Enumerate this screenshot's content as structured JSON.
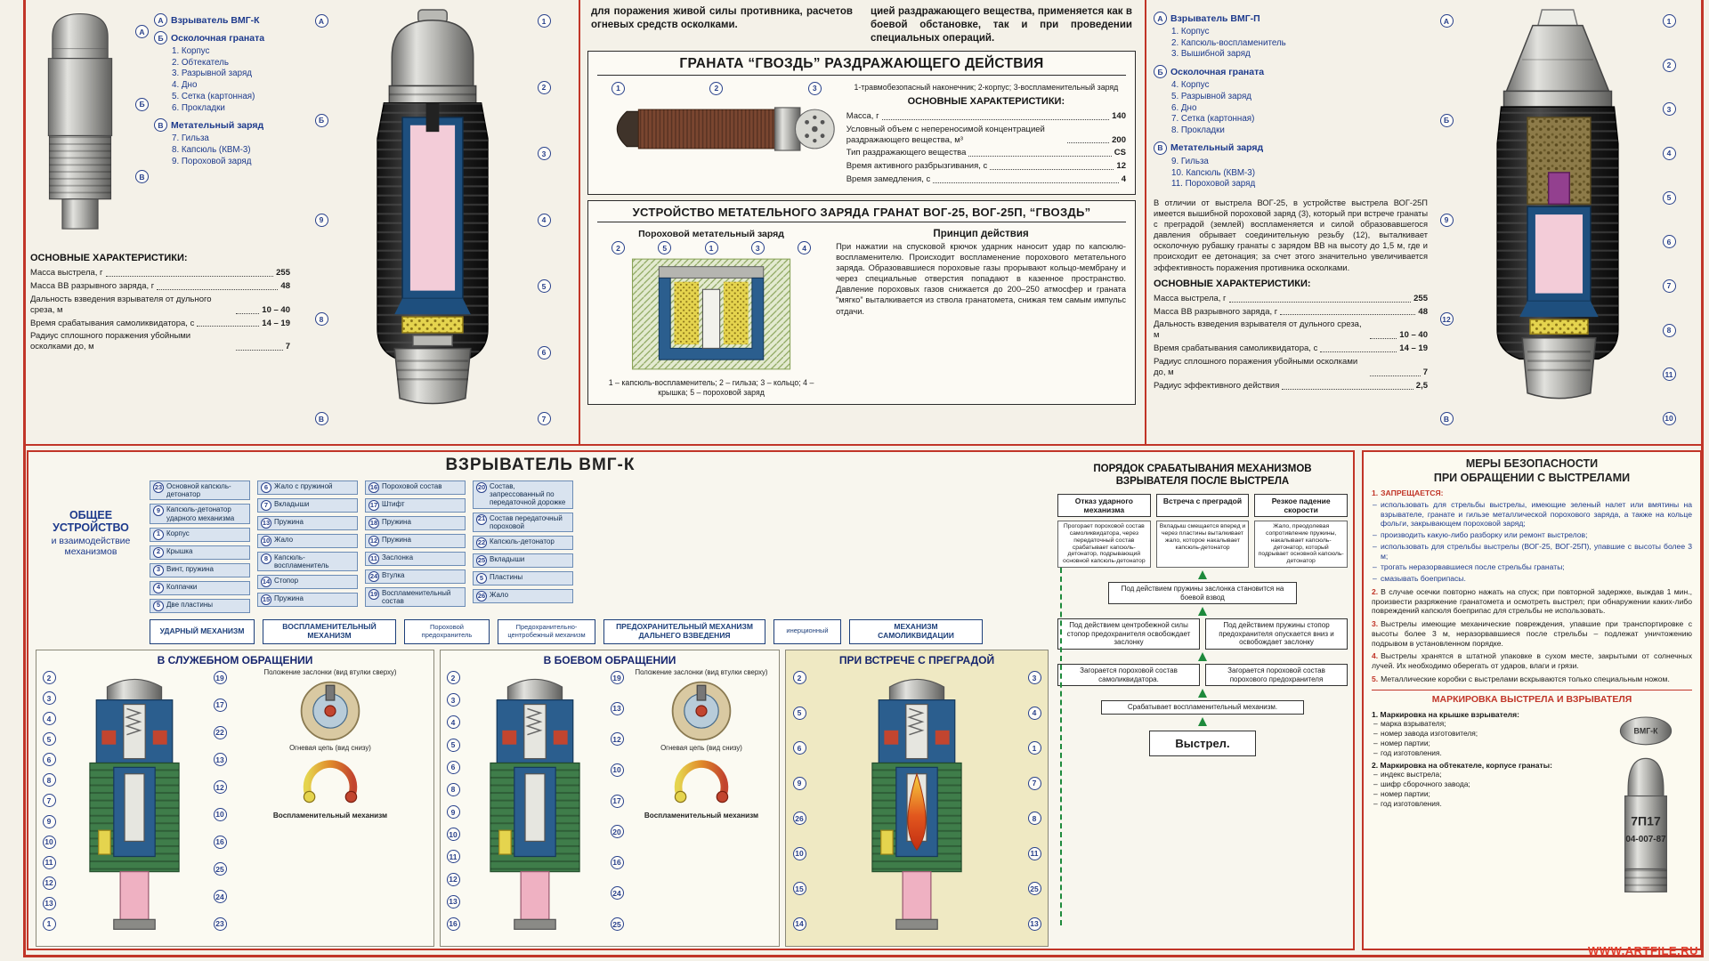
{
  "watermark": "WWW.ARTFILE.RU",
  "colors": {
    "poster_red": "#c13528",
    "navy": "#1d3a8c",
    "flow_green": "#1e8a3c"
  },
  "intro": {
    "col1": "для поражения живой силы противника, расчетов огневых средств осколками.",
    "col2": "цией раздражающего вещества, применяется как в боевой обстановке, так и при проведении специальных операций."
  },
  "vog25": {
    "photo_callouts": [
      "А",
      "Б",
      "В"
    ],
    "sections": {
      "a": {
        "letter": "А",
        "title": "Взрыватель ВМГ-К"
      },
      "b": {
        "letter": "Б",
        "title": "Осколочная граната",
        "items": [
          "1. Корпус",
          "2. Обтекатель",
          "3. Разрывной заряд",
          "4. Дно",
          "5. Сетка (картонная)",
          "6. Прокладки"
        ]
      },
      "v": {
        "letter": "В",
        "title": "Метательный заряд",
        "items": [
          "7. Гильза",
          "8. Капсюль (КВМ-3)",
          "9. Пороховой заряд"
        ]
      }
    },
    "chars_title": "ОСНОВНЫЕ ХАРАКТЕРИСТИКИ:",
    "chars": [
      {
        "label": "Масса выстрела, г",
        "value": "255"
      },
      {
        "label": "Масса ВВ разрывного заряда, г",
        "value": "48"
      },
      {
        "label": "Дальность взведения взрывателя от дульного среза, м",
        "value": "10 – 40"
      },
      {
        "label": "Время срабатывания самоликвидатора, с",
        "value": "14 – 19"
      },
      {
        "label": "Радиус сплошного поражения убойными осколками до, м",
        "value": "7"
      }
    ],
    "cutaway_left": [
      "А",
      "Б",
      "9",
      "8",
      "В"
    ],
    "cutaway_right": [
      "1",
      "2",
      "3",
      "4",
      "5",
      "6",
      "7"
    ]
  },
  "gvozd": {
    "title": "ГРАНАТА “ГВОЗДЬ” РАЗДРАЖАЮЩЕГО ДЕЙСТВИЯ",
    "callouts": [
      "1",
      "2",
      "3"
    ],
    "caption": "1-травмобезопасный наконечник; 2-корпус; 3-воспламенительный заряд",
    "chars_title": "ОСНОВНЫЕ ХАРАКТЕРИСТИКИ:",
    "chars": [
      {
        "label": "Масса, г",
        "value": "140"
      },
      {
        "label": "Условный объем с непереносимой концентрацией раздражающего вещества, м³",
        "value": "200"
      },
      {
        "label": "Тип раздражающего вещества",
        "value": "CS"
      },
      {
        "label": "Время активного разбрызгивания, с",
        "value": "12"
      },
      {
        "label": "Время замедления, с",
        "value": "4"
      }
    ]
  },
  "charge": {
    "title": "УСТРОЙСТВО МЕТАТЕЛЬНОГО ЗАРЯДА ГРАНАТ ВОГ-25, ВОГ-25П, “ГВОЗДЬ”",
    "subtitle": "Пороховой метательный заряд",
    "callouts": [
      "2",
      "5",
      "1",
      "3",
      "4"
    ],
    "caption": "1 – капсюль-воспламенитель; 2 – гильза; 3 – кольцо; 4 – крышка; 5 – пороховой заряд",
    "principle_title": "Принцип действия",
    "principle_text": "При нажатии на спусковой крючок ударник наносит удар по капсюлю-воспламенителю. Происходит воспламенение порохового метательного заряда. Образовавшиеся пороховые газы прорывают кольцо-мембрану и через специальные отверстия попадают в казенное пространство. Давление пороховых газов снижается до 200–250 атмосфер и граната “мягко” выталкивается из ствола гранатомета, снижая тем самым импульс отдачи."
  },
  "vog25p": {
    "sections": {
      "a": {
        "letter": "А",
        "title": "Взрыватель ВМГ-П",
        "items": [
          "1. Корпус",
          "2. Капсюль-воспламенитель",
          "3. Вышибной заряд"
        ]
      },
      "b": {
        "letter": "Б",
        "title": "Осколочная граната",
        "items": [
          "4. Корпус",
          "5. Разрывной заряд",
          "6. Дно",
          "7. Сетка (картонная)",
          "8. Прокладки"
        ]
      },
      "v": {
        "letter": "В",
        "title": "Метательный заряд",
        "items": [
          "9. Гильза",
          "10. Капсюль (КВМ-3)",
          "11. Пороховой заряд"
        ]
      }
    },
    "paragraph": "В отличии от выстрела ВОГ-25, в устройстве выстрела ВОГ-25П имеется вышибной пороховой заряд (3), который при встрече гранаты с преградой (землей) воспламеняется и силой образовавшегося давления обрывает соединительную резьбу (12), выталкивает осколочную рубашку гранаты с зарядом ВВ на высоту до 1,5 м, где и происходит ее детонация; за счет этого значительно увеличивается эффективность поражения противника осколками.",
    "chars_title": "ОСНОВНЫЕ ХАРАКТЕРИСТИКИ:",
    "chars": [
      {
        "label": "Масса выстрела, г",
        "value": "255"
      },
      {
        "label": "Масса ВВ разрывного заряда, г",
        "value": "48"
      },
      {
        "label": "Дальность взведения взрывателя от дульного среза, м",
        "value": "10 – 40"
      },
      {
        "label": "Время срабатывания самоликвидатора, с",
        "value": "14 – 19"
      },
      {
        "label": "Радиус сплошного поражения убойными осколками до, м",
        "value": "7"
      },
      {
        "label": "Радиус эффективного действия",
        "value": "2,5"
      }
    ],
    "cutaway_left": [
      "А",
      "Б",
      "9",
      "12",
      "В"
    ],
    "cutaway_right": [
      "1",
      "2",
      "3",
      "4",
      "5",
      "6",
      "7",
      "8",
      "11",
      "10"
    ]
  },
  "vmgk": {
    "title": "ВЗРЫВАТЕЛЬ ВМГ-К",
    "general_title": "ОБЩЕЕ УСТРОЙСТВО",
    "general_sub": "и взаимодействие механизмов",
    "chips": [
      {
        "n": "23",
        "t": "Основной капсюль-детонатор"
      },
      {
        "n": "9",
        "t": "Капсюль-детонатор ударного механизма"
      },
      {
        "n": "1",
        "t": "Корпус"
      },
      {
        "n": "2",
        "t": "Крышка"
      },
      {
        "n": "3",
        "t": "Винт, пружина"
      },
      {
        "n": "4",
        "t": "Колпачки"
      },
      {
        "n": "5",
        "t": "Две пластины"
      },
      {
        "n": "6",
        "t": "Жало с пружиной"
      },
      {
        "n": "7",
        "t": "Вкладыши"
      },
      {
        "n": "13",
        "t": "Пружина"
      },
      {
        "n": "10",
        "t": "Жало"
      },
      {
        "n": "8",
        "t": "Капсюль-воспламенитель"
      },
      {
        "n": "14",
        "t": "Стопор"
      },
      {
        "n": "15",
        "t": "Пружина"
      },
      {
        "n": "16",
        "t": "Пороховой состав"
      },
      {
        "n": "17",
        "t": "Штифт"
      },
      {
        "n": "18",
        "t": "Пружина"
      },
      {
        "n": "12",
        "t": "Пружина"
      },
      {
        "n": "11",
        "t": "Заслонка"
      },
      {
        "n": "24",
        "t": "Втулка"
      },
      {
        "n": "19",
        "t": "Воспламенительный состав"
      },
      {
        "n": "20",
        "t": "Состав, запрессованный по передаточной дорожке"
      },
      {
        "n": "21",
        "t": "Состав передаточный пороховой"
      },
      {
        "n": "22",
        "t": "Капсюль-детонатор"
      },
      {
        "n": "25",
        "t": "Вкладыши"
      },
      {
        "n": "5",
        "t": "Пластины"
      },
      {
        "n": "26",
        "t": "Жало"
      }
    ],
    "mech1": "УДАРНЫЙ МЕХАНИЗМ",
    "mech2": "ВОСПЛАМЕНИТЕЛЬНЫЙ МЕХАНИЗМ",
    "mech3": "Пороховой предохранитель",
    "mech4": "Предохранительно-центробежный механизм",
    "mech5": "ПРЕДОХРАНИТЕЛЬНЫЙ МЕХАНИЗМ ДАЛЬНЕГО ВЗВЕДЕНИЯ",
    "mech6": "инерционный",
    "mech7": "МЕХАНИЗМ САМОЛИКВИДАЦИИ",
    "p1": {
      "title": "В СЛУЖЕБНОМ ОБРАЩЕНИИ",
      "inset1": "Положение заслонки (вид втулки сверху)",
      "inset2": "Огневая цепь (вид снизу)",
      "inset3": "Воспламенительный механизм",
      "callouts_left": [
        "2",
        "3",
        "4",
        "5",
        "6",
        "8",
        "7",
        "9",
        "10",
        "11",
        "12",
        "13",
        "1"
      ],
      "callouts_mid": [
        "19",
        "17",
        "22",
        "13",
        "12",
        "10",
        "16",
        "25",
        "24",
        "23"
      ]
    },
    "p2": {
      "title": "В БОЕВОМ ОБРАЩЕНИИ",
      "inset1": "Положение заслонки (вид втулки сверху)",
      "inset2": "Огневая цепь (вид снизу)",
      "inset3": "Воспламенительный механизм",
      "callouts_left": [
        "2",
        "3",
        "4",
        "5",
        "6",
        "8",
        "9",
        "10",
        "11",
        "12",
        "13",
        "16"
      ],
      "callouts_mid": [
        "19",
        "13",
        "12",
        "10",
        "17",
        "20",
        "16",
        "24",
        "25"
      ]
    },
    "p3": {
      "title": "ПРИ ВСТРЕЧЕ С ПРЕГРАДОЙ",
      "callouts_left": [
        "2",
        "5",
        "6",
        "9",
        "26",
        "10",
        "15",
        "14"
      ],
      "callouts_right": [
        "3",
        "4",
        "1",
        "7",
        "8",
        "11",
        "25",
        "13"
      ]
    }
  },
  "flow": {
    "title": "ПОРЯДОК СРАБАТЫВАНИЯ МЕХАНИЗМОВ ВЗРЫВАТЕЛЯ ПОСЛЕ ВЫСТРЕЛА",
    "top": [
      "Отказ ударного механизма",
      "Встреча с преградой",
      "Резкое падение скорости"
    ],
    "notes": [
      "Прогорает пороховой состав самоликвидатора, через передаточный состав срабатывает капсюль-детонатор, подрывающий основной капсюль-детонатор",
      "Вкладыш смещается вперед и через пластины выталкивает жало, которое накалывает капсюль-детонатор",
      "Жало, преодолевая сопротивление пружины, накалывает капсюль-детонатор, который подрывает основной капсюль-детонатор"
    ],
    "mid1": "Под действием пружины заслонка становится на боевой взвод",
    "mid2a": "Под действием центробежной силы стопор предохранителя освобождает заслонку",
    "mid2b": "Под действием пружины стопор предохранителя опускается вниз и освобождает заслонку",
    "mid3a": "Загорается пороховой состав самоликвидатора.",
    "mid3b": "Загорается пороховой состав порохового предохранителя",
    "fire": "Срабатывает воспламенительный механизм.",
    "final": "Выстрел."
  },
  "safety": {
    "title1": "МЕРЫ БЕЗОПАСНОСТИ",
    "title2": "ПРИ ОБРАЩЕНИИ С ВЫСТРЕЛАМИ",
    "n1": "1.",
    "head1": "ЗАПРЕЩАЕТСЯ:",
    "bullets": [
      "использовать для стрельбы выстрелы, имеющие зеленый налет или вмятины на взрывателе, гранате и гильзе металлической порохового заряда, а также на кольце фольги, закрывающем пороховой заряд;",
      "производить какую-либо разборку или ремонт выстрелов;",
      "использовать для стрельбы выстрелы (ВОГ-25, ВОГ-25П), упавшие с высоты более 3 м;",
      "трогать неразорвавшиеся после стрельбы гранаты;",
      "смазывать боеприпасы."
    ],
    "items": [
      {
        "n": "2.",
        "text": "В случае осечки повторно нажать на спуск; при повторной задержке, выждав 1 мин., произвести разряжение гранатомета и осмотреть выстрел; при обнаружении каких-либо повреждений капсюля боеприпас для стрельбы не использовать."
      },
      {
        "n": "3.",
        "text": "Выстрелы имеющие механические повреждения, упавшие при транспортировке с высоты более 3 м, неразорвавшиеся после стрельбы – подлежат уничтожению подрывом в установленном порядке."
      },
      {
        "n": "4.",
        "text": "Выстрелы хранятся в штатной упаковке в сухом месте, закрытыми от солнечных лучей. Их необходимо оберегать от ударов, влаги и грязи."
      },
      {
        "n": "5.",
        "text": "Металлические коробки с выстрелами вскрываются только специальным ножом."
      }
    ]
  },
  "marking": {
    "title": "МАРКИРОВКА ВЫСТРЕЛА И ВЗРЫВАТЕЛЯ",
    "h1": "1. Маркировка на крышке взрывателя:",
    "b1": [
      "марка взрывателя;",
      "номер завода изготовителя;",
      "номер партии;",
      "год изготовления."
    ],
    "h2": "2. Маркировка на обтекателе, корпусе гранаты:",
    "b2": [
      "индекс выстрела;",
      "шифр сборочного завода;",
      "номер партии;",
      "год изготовления."
    ],
    "cap_label": "ВМГ-К",
    "g1": "7П17",
    "g2": "04-007-87"
  }
}
